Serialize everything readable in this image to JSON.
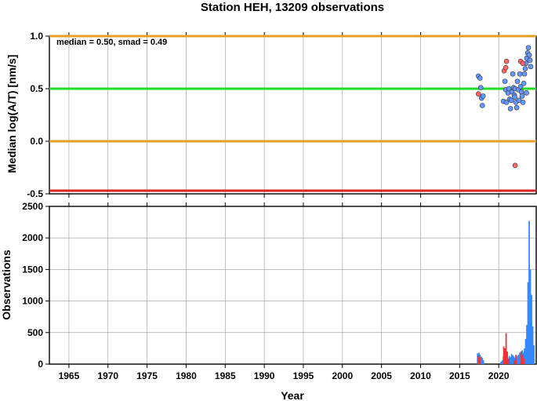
{
  "chart_data": [
    {
      "type": "scatter",
      "title": "Station HEH, 13209 observations",
      "xlabel": "",
      "ylabel": "Median log(A/T) [nm/s]",
      "annotation": "median = 0.50, smad = 0.49",
      "xlim": [
        1962.5,
        2024.8
      ],
      "ylim": [
        -0.5,
        1.0
      ],
      "grid": true,
      "yticks": [
        {
          "v": -0.5,
          "label": "-0.5"
        },
        {
          "v": 0.0,
          "label": "0.0"
        },
        {
          "v": 0.5,
          "label": "0.5"
        },
        {
          "v": 1.0,
          "label": "1.0"
        }
      ],
      "reference_lines": [
        {
          "y": 0.5,
          "color": "#22dd22"
        },
        {
          "y": 1.0,
          "color": "#e6a020"
        },
        {
          "y": 0.0,
          "color": "#e6a020"
        },
        {
          "y": -0.47,
          "color": "#dd2222"
        }
      ],
      "series": [
        {
          "color": "#ff6666",
          "points": [
            [
              2017.4,
              0.45
            ],
            [
              2020.7,
              0.67
            ],
            [
              2020.9,
              0.7
            ],
            [
              2021.0,
              0.76
            ],
            [
              2022.1,
              -0.23
            ],
            [
              2022.8,
              0.76
            ],
            [
              2023.1,
              0.74
            ]
          ]
        },
        {
          "color": "#6699ff",
          "points": [
            [
              2017.4,
              0.62
            ],
            [
              2017.6,
              0.6
            ],
            [
              2017.7,
              0.51
            ],
            [
              2017.8,
              0.41
            ],
            [
              2017.9,
              0.34
            ],
            [
              2018.0,
              0.43
            ],
            [
              2020.6,
              0.38
            ],
            [
              2020.8,
              0.57
            ],
            [
              2020.9,
              0.49
            ],
            [
              2021.0,
              0.37
            ],
            [
              2021.2,
              0.46
            ],
            [
              2021.3,
              0.5
            ],
            [
              2021.4,
              0.4
            ],
            [
              2021.5,
              0.31
            ],
            [
              2021.6,
              0.39
            ],
            [
              2021.7,
              0.47
            ],
            [
              2021.8,
              0.64
            ],
            [
              2021.9,
              0.51
            ],
            [
              2022.0,
              0.44
            ],
            [
              2022.1,
              0.5
            ],
            [
              2022.2,
              0.37
            ],
            [
              2022.3,
              0.32
            ],
            [
              2022.4,
              0.57
            ],
            [
              2022.5,
              0.49
            ],
            [
              2022.6,
              0.39
            ],
            [
              2022.7,
              0.64
            ],
            [
              2022.8,
              0.52
            ],
            [
              2022.9,
              0.47
            ],
            [
              2023.0,
              0.43
            ],
            [
              2023.1,
              0.37
            ],
            [
              2023.2,
              0.55
            ],
            [
              2023.3,
              0.64
            ],
            [
              2023.4,
              0.69
            ],
            [
              2023.5,
              0.74
            ],
            [
              2023.6,
              0.79
            ],
            [
              2023.7,
              0.84
            ],
            [
              2023.8,
              0.89
            ],
            [
              2023.9,
              0.82
            ],
            [
              2024.0,
              0.77
            ],
            [
              2024.1,
              0.71
            ],
            [
              2023.55,
              0.46
            ],
            [
              2022.05,
              0.42
            ]
          ]
        }
      ]
    },
    {
      "type": "bar",
      "xlabel": "Year",
      "ylabel": "Observations",
      "xlim": [
        1962.5,
        2024.8
      ],
      "ylim": [
        0,
        2500
      ],
      "grid": true,
      "yticks": [
        {
          "v": 0,
          "label": "0"
        },
        {
          "v": 500,
          "label": "500"
        },
        {
          "v": 1000,
          "label": "1000"
        },
        {
          "v": 1500,
          "label": "1500"
        },
        {
          "v": 2000,
          "label": "2000"
        },
        {
          "v": 2500,
          "label": "2500"
        }
      ],
      "xticks": [
        {
          "v": 1965,
          "label": "1965"
        },
        {
          "v": 1970,
          "label": "1970"
        },
        {
          "v": 1975,
          "label": "1975"
        },
        {
          "v": 1980,
          "label": "1980"
        },
        {
          "v": 1985,
          "label": "1985"
        },
        {
          "v": 1990,
          "label": "1990"
        },
        {
          "v": 1995,
          "label": "1995"
        },
        {
          "v": 2000,
          "label": "2000"
        },
        {
          "v": 2005,
          "label": "2005"
        },
        {
          "v": 2010,
          "label": "2010"
        },
        {
          "v": 2015,
          "label": "2015"
        },
        {
          "v": 2020,
          "label": "2020"
        }
      ],
      "series": [
        {
          "color": "#3388ff",
          "bins": [
            [
              2017.3,
              170
            ],
            [
              2017.45,
              180
            ],
            [
              2017.6,
              150
            ],
            [
              2017.75,
              120
            ],
            [
              2017.9,
              100
            ],
            [
              2018.05,
              60
            ],
            [
              2020.3,
              40
            ],
            [
              2020.45,
              60
            ],
            [
              2020.6,
              120
            ],
            [
              2020.75,
              150
            ],
            [
              2020.9,
              130
            ],
            [
              2021.05,
              100
            ],
            [
              2021.2,
              90
            ],
            [
              2021.35,
              130
            ],
            [
              2021.5,
              110
            ],
            [
              2021.65,
              160
            ],
            [
              2021.8,
              140
            ],
            [
              2021.95,
              120
            ],
            [
              2022.1,
              100
            ],
            [
              2022.25,
              90
            ],
            [
              2022.4,
              130
            ],
            [
              2022.55,
              150
            ],
            [
              2022.7,
              180
            ],
            [
              2022.85,
              200
            ],
            [
              2023.0,
              220
            ],
            [
              2023.15,
              180
            ],
            [
              2023.3,
              250
            ],
            [
              2023.45,
              400
            ],
            [
              2023.6,
              620
            ],
            [
              2023.75,
              1300
            ],
            [
              2023.9,
              2270
            ],
            [
              2024.05,
              1500
            ],
            [
              2024.2,
              1100
            ],
            [
              2024.35,
              600
            ],
            [
              2024.5,
              300
            ]
          ]
        },
        {
          "color": "#ee3333",
          "bins": [
            [
              2017.4,
              130
            ],
            [
              2017.6,
              110
            ],
            [
              2020.65,
              280
            ],
            [
              2020.8,
              250
            ],
            [
              2020.95,
              490
            ],
            [
              2021.1,
              200
            ],
            [
              2021.3,
              90
            ],
            [
              2022.0,
              60
            ],
            [
              2022.2,
              150
            ],
            [
              2022.9,
              190
            ],
            [
              2023.05,
              140
            ],
            [
              2023.25,
              90
            ]
          ]
        }
      ]
    }
  ]
}
